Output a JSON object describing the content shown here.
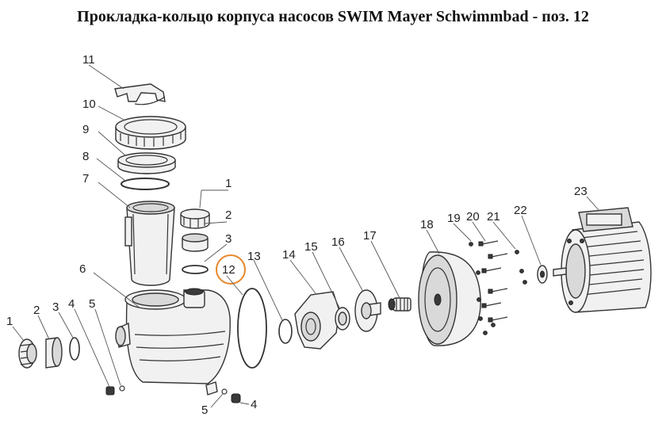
{
  "title": "Прокладка-кольцо корпуса насосов SWIM Mayer Schwimmbad - поз. 12",
  "highlight_color": "#e8872b",
  "labels": {
    "p11": "11",
    "p10": "10",
    "p9": "9",
    "p8": "8",
    "p7": "7",
    "p6": "6",
    "p1_top": "1",
    "p2_top": "2",
    "p3_top": "3",
    "p12": "12",
    "p13": "13",
    "p14": "14",
    "p15": "15",
    "p16": "16",
    "p17": "17",
    "p18": "18",
    "p19": "19",
    "p20": "20",
    "p21": "21",
    "p22": "22",
    "p23": "23",
    "p1_left": "1",
    "p2_left": "2",
    "p3_left": "3",
    "p4_left": "4",
    "p5_left": "5",
    "p5_bottom": "5",
    "p4_bottom": "4"
  }
}
